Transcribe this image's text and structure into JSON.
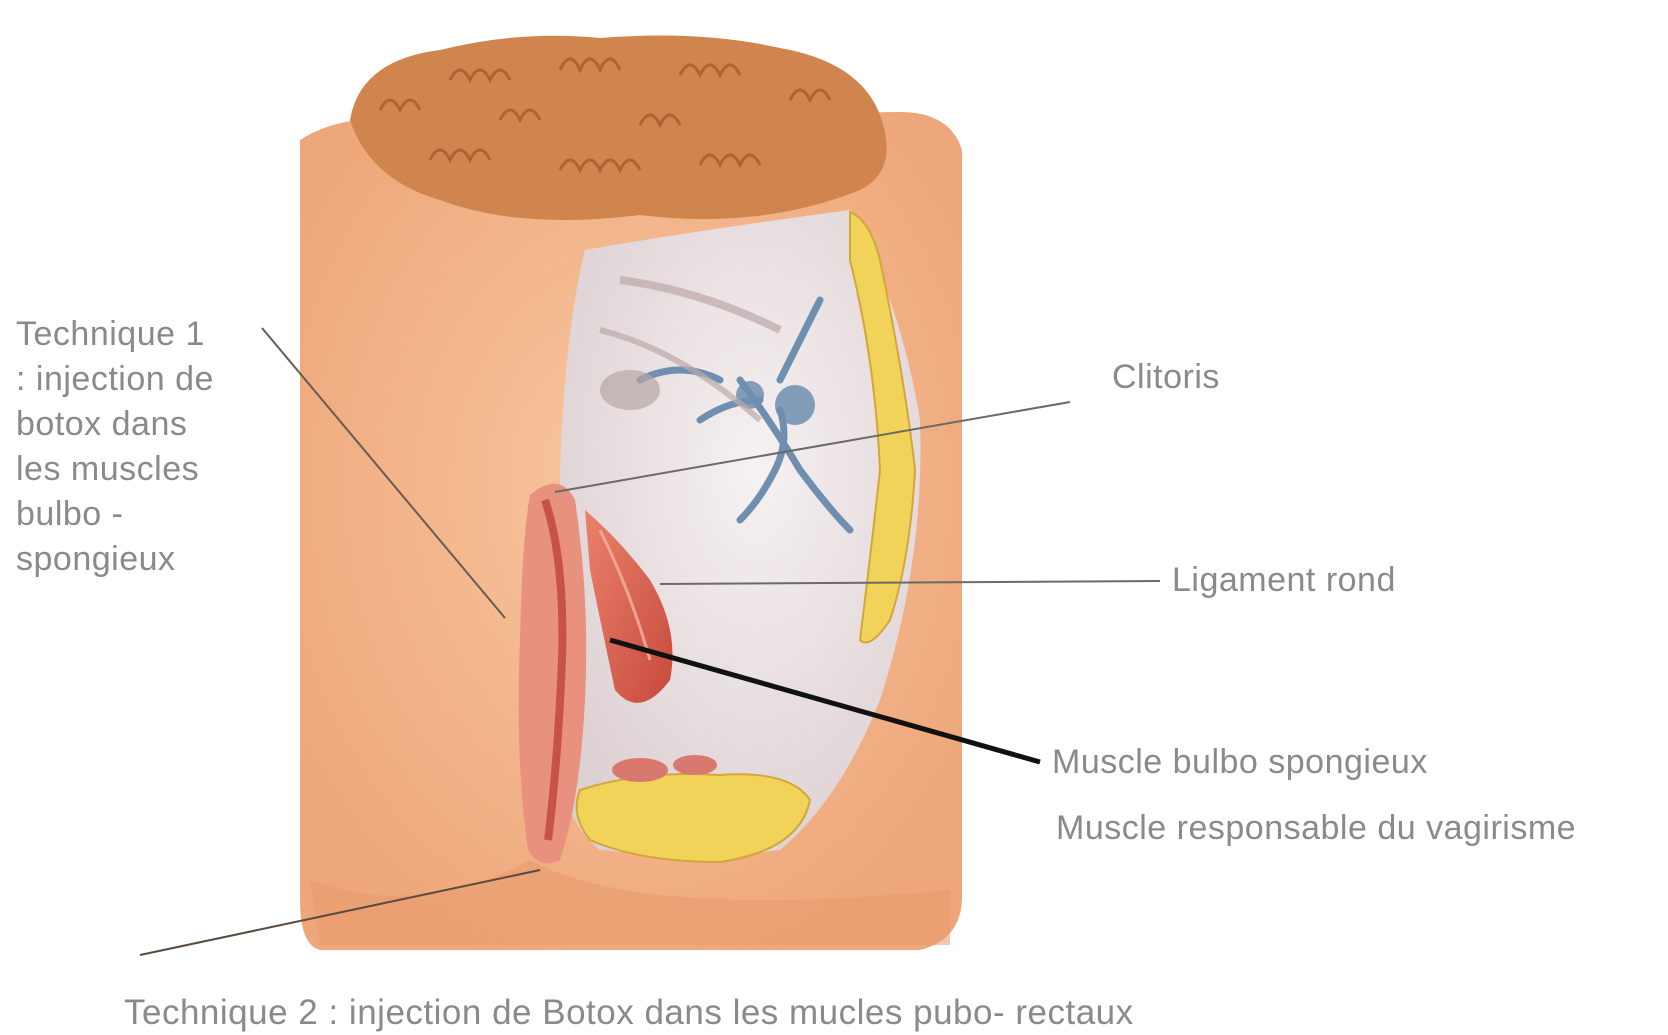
{
  "labels": {
    "technique1": [
      "Technique 1",
      ": injection de",
      "botox dans",
      "les muscles",
      "bulbo -",
      "spongieux"
    ],
    "clitoris": "Clitoris",
    "ligament_rond": "Ligament rond",
    "muscle_bulbo": "Muscle  bulbo spongieux",
    "muscle_responsable": "Muscle responsable du vagirisme",
    "technique2": "Technique 2 : injection de Botox  dans les mucles pubo- rectaux"
  },
  "colors": {
    "skin": "#f4b88c",
    "skin_dark": "#e89a6c",
    "hair": "#c9733f",
    "tissue": "#ece4e6",
    "muscle": "#d9604e",
    "fat": "#f2d35a",
    "vein": "#6f8fb0",
    "label_text": "#8a8a8a"
  }
}
